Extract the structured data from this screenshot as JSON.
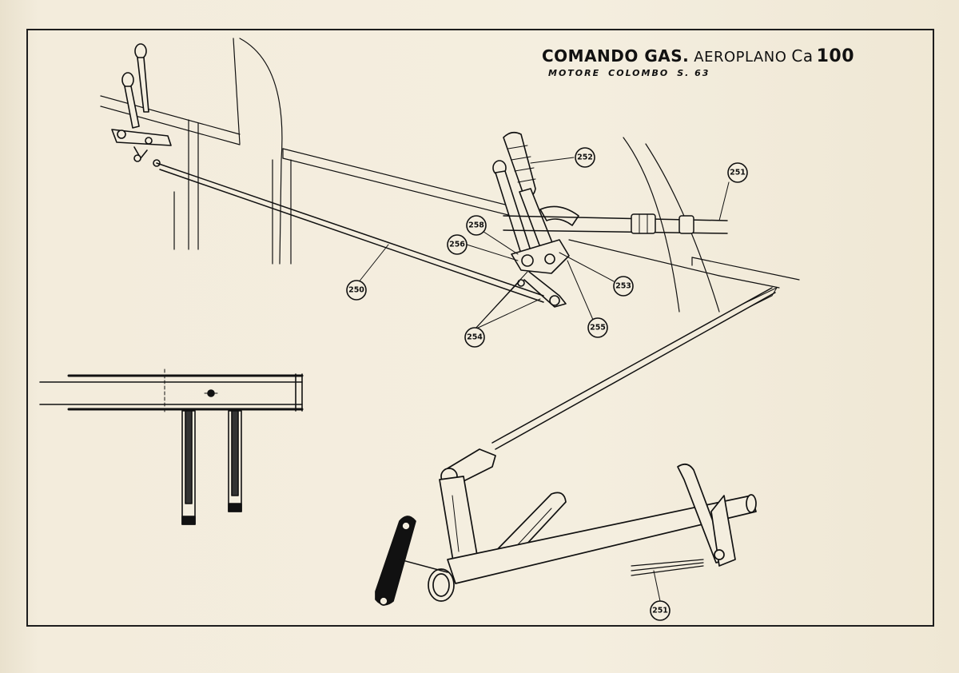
{
  "title": {
    "main": "COMANDO GAS.",
    "aircraft": "AEROPLANO",
    "model_prefix": "Ca",
    "model_number": "100",
    "engine_label": "MOTORE",
    "engine_name": "COLOMBO",
    "engine_model": "S. 63"
  },
  "callouts": [
    {
      "id": "c250",
      "label": "250"
    },
    {
      "id": "c251a",
      "label": "251"
    },
    {
      "id": "c251b",
      "label": "251"
    },
    {
      "id": "c252",
      "label": "252"
    },
    {
      "id": "c253",
      "label": "253"
    },
    {
      "id": "c254",
      "label": "254"
    },
    {
      "id": "c255",
      "label": "255"
    },
    {
      "id": "c256",
      "label": "256"
    },
    {
      "id": "c258",
      "label": "258"
    }
  ],
  "colors": {
    "paper": "#f4eedf",
    "ink": "#111111",
    "frame": "#1d1d1d"
  }
}
